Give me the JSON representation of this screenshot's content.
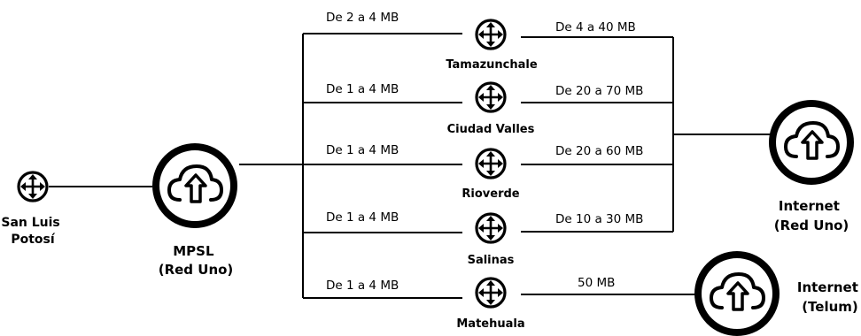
{
  "nodes": {
    "slp": {
      "label_lines": [
        "San Luis",
        "Potosí"
      ],
      "icon": "router-icon"
    },
    "mpsl": {
      "label_lines": [
        "MPSL",
        "(Red Uno)"
      ],
      "icon": "cloud-upload-icon"
    },
    "tamazunchale": {
      "label": "Tamazunchale",
      "icon": "router-icon"
    },
    "ciudad_valles": {
      "label": "Ciudad Valles",
      "icon": "router-icon"
    },
    "rioverde": {
      "label": "Rioverde",
      "icon": "router-icon"
    },
    "salinas": {
      "label": "Salinas",
      "icon": "router-icon"
    },
    "matehuala": {
      "label": "Matehuala",
      "icon": "router-icon"
    },
    "internet_red_uno": {
      "label_lines": [
        "Internet",
        "(Red Uno)"
      ],
      "icon": "cloud-upload-icon"
    },
    "internet_telum": {
      "label_lines": [
        "Internet",
        "(Telum)"
      ],
      "icon": "cloud-upload-icon"
    }
  },
  "links": {
    "left": [
      "De 2 a 4 MB",
      "De 1 a 4 MB",
      "De 1 a 4 MB",
      "De 1 a 4 MB",
      "De 1 a 4 MB"
    ],
    "right": [
      "De 4 a 40 MB",
      "De 20 a 70 MB",
      "De 20 a 60 MB",
      "De 10 a 30 MB",
      "50 MB"
    ]
  },
  "colors": {
    "line": "#000000",
    "background": "#ffffff",
    "text": "#000000"
  }
}
